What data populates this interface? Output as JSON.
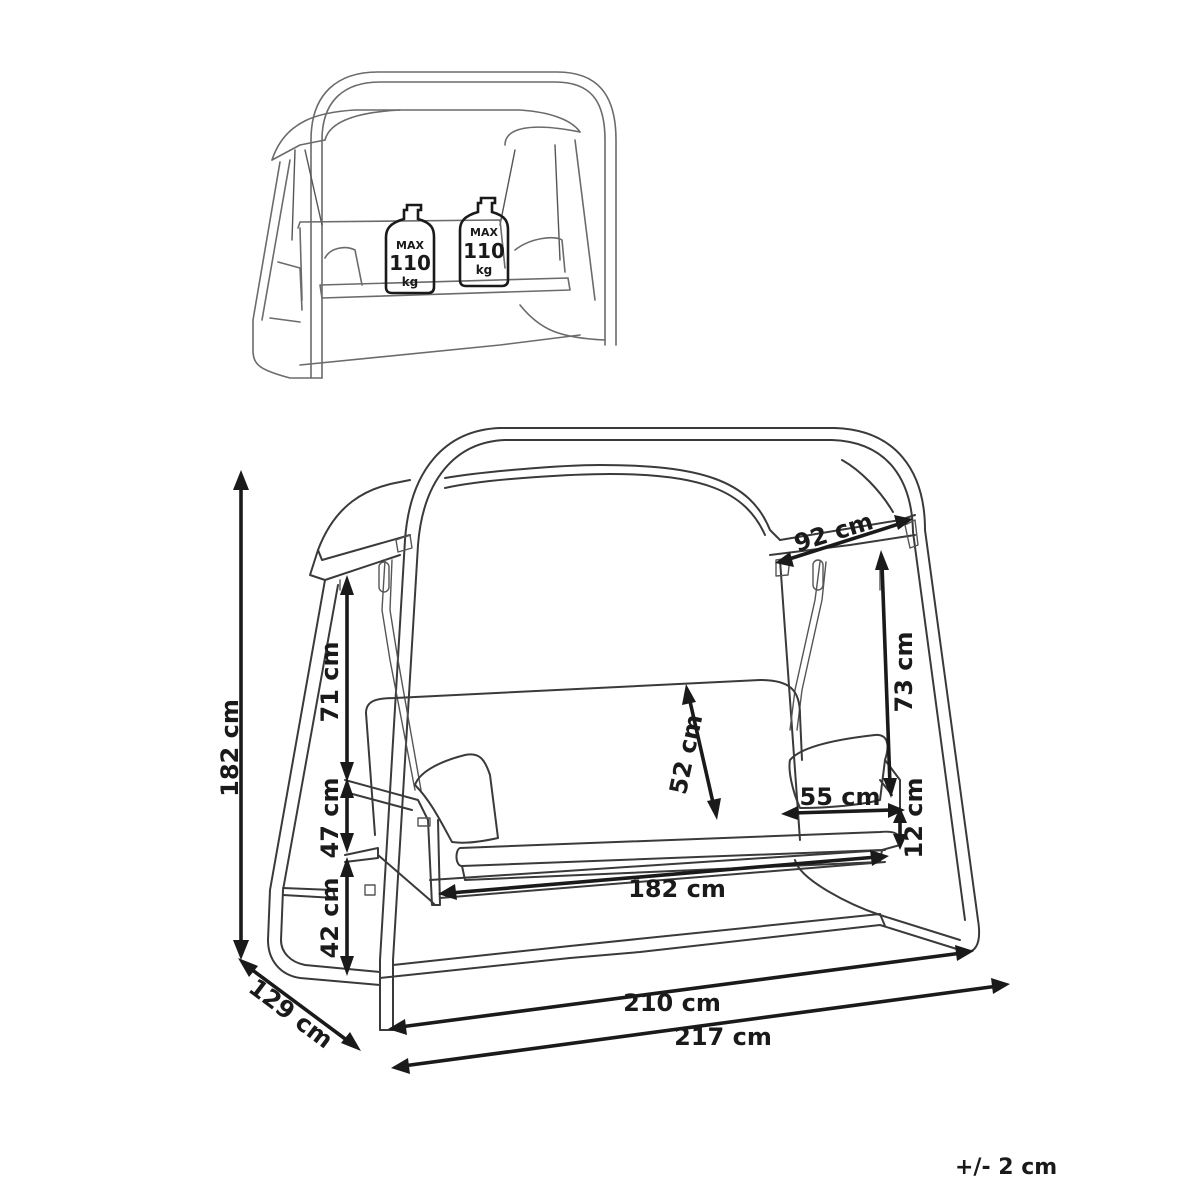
{
  "weight_badges": [
    {
      "max": "MAX",
      "value": "110",
      "unit": "kg"
    },
    {
      "max": "MAX",
      "value": "110",
      "unit": "kg"
    }
  ],
  "dimensions": {
    "height_total": "182 cm",
    "depth_base": "129 cm",
    "width_frame": "210 cm",
    "width_total": "217 cm",
    "chain_left": "71 cm",
    "chain_right": "73 cm",
    "backrest_height": "52 cm",
    "armrest_height": "47 cm",
    "seat_height": "42 cm",
    "seat_width": "182 cm",
    "canopy_side": "92 cm",
    "seat_depth": "55 cm",
    "cushion_thickness": "12 cm"
  },
  "tolerance": "+/- 2 cm"
}
